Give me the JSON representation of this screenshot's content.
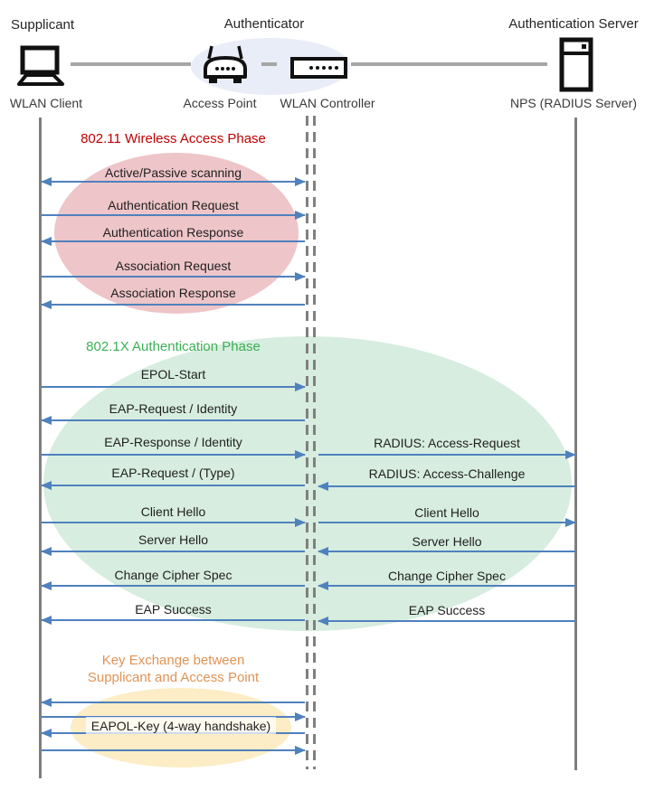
{
  "diagram_type": "sequence-diagram",
  "colors": {
    "arrow": "#4f81bd",
    "lifeline": "#7f7f7f",
    "phase1_title": "#c00000",
    "phase1_ellipse": "#eec5c9",
    "phase2_title": "#3bb054",
    "phase2_ellipse": "#d7eddf",
    "phase3_title": "#e09355",
    "phase3_ellipse": "#fcedc6",
    "authenticator_ellipse": "#e9edf7"
  },
  "nodes": {
    "supplicant": {
      "role": "Supplicant",
      "label": "WLAN Client",
      "icon": "laptop-icon"
    },
    "authenticator": {
      "role": "Authenticator",
      "ap_label": "Access Point",
      "controller_label": "WLAN Controller",
      "ap_icon": "access-point-icon",
      "controller_icon": "wlan-controller-icon"
    },
    "server": {
      "role": "Authentication Server",
      "label": "NPS (RADIUS Server)",
      "icon": "server-icon"
    }
  },
  "phases": [
    {
      "title": "802.11 Wireless Access Phase",
      "messages": [
        {
          "label": "Active/Passive scanning",
          "direction": "bidirectional",
          "from": "WLAN Client",
          "to": "WLAN Controller"
        },
        {
          "label": "Authentication Request",
          "direction": "right",
          "from": "WLAN Client",
          "to": "WLAN Controller"
        },
        {
          "label": "Authentication Response",
          "direction": "left",
          "from": "WLAN Controller",
          "to": "WLAN Client"
        },
        {
          "label": "Association Request",
          "direction": "right",
          "from": "WLAN Client",
          "to": "WLAN Controller"
        },
        {
          "label": "Association Response",
          "direction": "left",
          "from": "WLAN Controller",
          "to": "WLAN Client"
        }
      ]
    },
    {
      "title": "802.1X Authentication Phase",
      "messages": [
        {
          "label": "EPOL-Start",
          "direction": "right",
          "segment": "left"
        },
        {
          "label": "EAP-Request / Identity",
          "direction": "left",
          "segment": "left"
        },
        {
          "label": "EAP-Response / Identity",
          "right_label": "RADIUS: Access-Request",
          "direction": "right",
          "segment": "both"
        },
        {
          "label": "EAP-Request / (Type)",
          "right_label": "RADIUS: Access-Challenge",
          "direction": "left",
          "segment": "both"
        },
        {
          "label": "Client Hello",
          "right_label": "Client Hello",
          "direction": "right",
          "segment": "both"
        },
        {
          "label": "Server Hello",
          "right_label": "Server Hello",
          "direction": "left",
          "segment": "both"
        },
        {
          "label": "Change Cipher Spec",
          "right_label": "Change Cipher Spec",
          "direction": "left",
          "segment": "both"
        },
        {
          "label": "EAP Success",
          "right_label": "EAP Success",
          "direction": "left",
          "segment": "both"
        }
      ]
    },
    {
      "title_line1": "Key Exchange between",
      "title_line2": "Supplicant and Access Point",
      "key_label": "EAPOL-Key (4-way handshake)",
      "arrows": [
        "left",
        "right",
        "left",
        "right"
      ]
    }
  ]
}
